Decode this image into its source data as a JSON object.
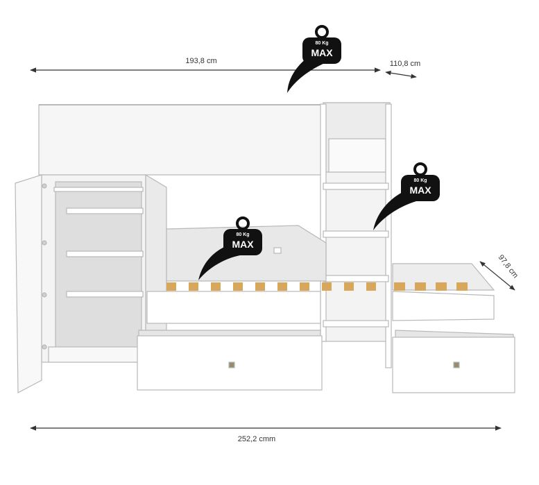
{
  "dimensions": {
    "top_width": "193,8 cm",
    "top_depth": "110,8 cm",
    "bottom_depth": "97,8 cm",
    "total_width": "252,2 cmm"
  },
  "badges": {
    "top": {
      "capacity": "80 Kg",
      "label": "MAX"
    },
    "middle": {
      "capacity": "80 Kg",
      "label": "MAX"
    },
    "lower": {
      "capacity": "80 Kg",
      "label": "MAX"
    }
  },
  "colors": {
    "furniture": "#f5f5f5",
    "edge": "#b8b8b8",
    "slat": "#d9a75c",
    "badge": "#111111",
    "dimension_line": "#333333"
  }
}
